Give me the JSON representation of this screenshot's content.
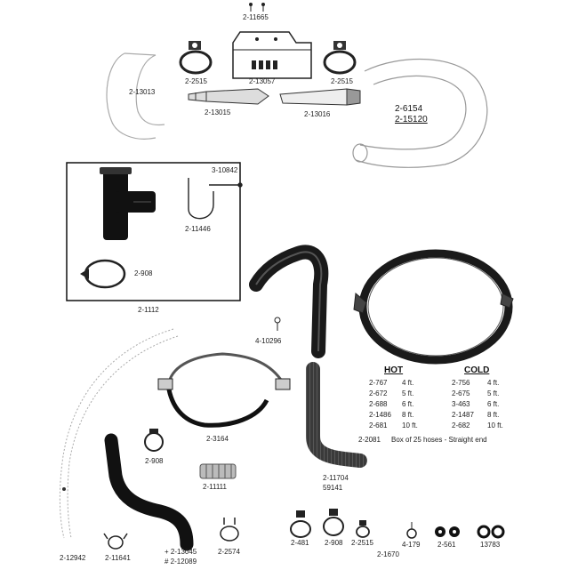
{
  "parts": {
    "top_clip": "2-11665",
    "left_elbow": "2-13013",
    "left_clamp": "2-2515",
    "bracket": "2-13057",
    "right_clamp": "2-2515",
    "left_fitting": "2-13015",
    "right_fitting": "2-13016",
    "right_elbow_a": "2-6154",
    "right_elbow_b": "2-15120",
    "tee_clip": "3-10842",
    "hook": "2-11446",
    "box_clamp": "2-908",
    "box_ref": "2-1112",
    "small_valve": "4-10296",
    "bent_hose_code_a": "2-11704",
    "bent_hose_code_b": "59141",
    "short_hose": "2-3164",
    "clamp_mid": "2-908",
    "spring_coupler": "2-11111",
    "s_hose_a": "+ 2-13045",
    "s_hose_b": "# 2-12089",
    "wire_clamp": "2-2574",
    "long_tube": "2-12942",
    "spring_clip": "2-11641",
    "box_note": "2-2081"
  },
  "bottom_parts": [
    "2-481",
    "2-908",
    "2-2515",
    "4-179",
    "2-561",
    "13783",
    "2-1670"
  ],
  "table": {
    "hot_header": "HOT",
    "cold_header": "COLD",
    "rows": [
      {
        "hot_code": "2-767",
        "hot_len": "4 ft.",
        "cold_code": "2-756",
        "cold_len": "4 ft."
      },
      {
        "hot_code": "2-672",
        "hot_len": "5 ft.",
        "cold_code": "2-675",
        "cold_len": "5 ft."
      },
      {
        "hot_code": "2-688",
        "hot_len": "6 ft.",
        "cold_code": "3-463",
        "cold_len": "6 ft."
      },
      {
        "hot_code": "2-1486",
        "hot_len": "8 ft.",
        "cold_code": "2-1487",
        "cold_len": "8 ft."
      },
      {
        "hot_code": "2-681",
        "hot_len": "10 ft.",
        "cold_code": "2-682",
        "cold_len": "10 ft."
      }
    ],
    "box_note_text": "Box of 25 hoses - Straight end"
  }
}
